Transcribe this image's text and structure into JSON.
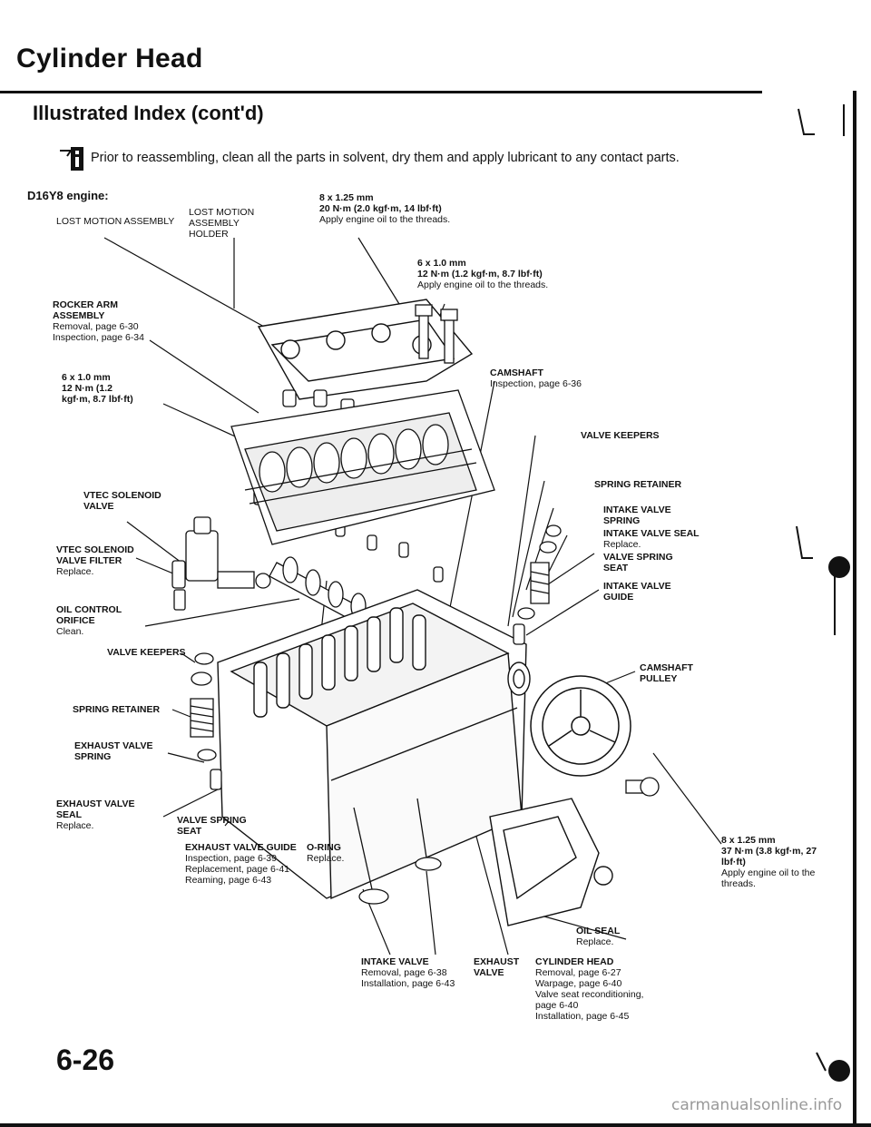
{
  "header": {
    "title": "Cylinder Head",
    "subtitle": "Illustrated Index (cont'd)",
    "note": "Prior to reassembling, clean all the parts in solvent, dry them and apply lubricant to any contact parts.",
    "engine": "D16Y8 engine:"
  },
  "labels": {
    "lost_motion_assembly": "LOST MOTION ASSEMBLY",
    "lost_motion_holder": "LOST MOTION ASSEMBLY HOLDER",
    "bolt_top": {
      "size": "8 x 1.25 mm",
      "torque": "20 N·m (2.0 kgf·m, 14 lbf·ft)",
      "note": "Apply engine oil to the threads."
    },
    "bolt_mid": {
      "size": "6 x 1.0 mm",
      "torque": "12 N·m (1.2 kgf·m, 8.7 lbf·ft)",
      "note": "Apply engine oil to the threads."
    },
    "rocker_arm": {
      "name": "ROCKER ARM ASSEMBLY",
      "removal": "Removal, page 6-30",
      "inspection": "Inspection, page 6-34"
    },
    "bolt_left": {
      "size": "6 x 1.0 mm",
      "torque": "12 N·m (1.2 kgf·m, 8.7 lbf·ft)"
    },
    "camshaft": {
      "name": "CAMSHAFT",
      "inspection": "Inspection, page 6-36"
    },
    "valve_keepers_right": "VALVE KEEPERS",
    "spring_retainer_right": "SPRING RETAINER",
    "intake_valve_spring": "INTAKE VALVE SPRING",
    "intake_valve_seal": {
      "name": "INTAKE VALVE SEAL",
      "note": "Replace."
    },
    "valve_spring_seat_right": "VALVE SPRING SEAT",
    "intake_valve_guide": "INTAKE VALVE GUIDE",
    "vtec_solenoid_valve": "VTEC SOLENOID VALVE",
    "vtec_solenoid_filter": {
      "name": "VTEC SOLENOID VALVE FILTER",
      "note": "Replace."
    },
    "oil_control_orifice": {
      "name": "OIL CONTROL ORIFICE",
      "note": "Clean."
    },
    "valve_keepers_left": "VALVE KEEPERS",
    "spring_retainer_left": "SPRING RETAINER",
    "exhaust_valve_spring": "EXHAUST VALVE SPRING",
    "exhaust_valve_seal": {
      "name": "EXHAUST VALVE SEAL",
      "note": "Replace."
    },
    "valve_spring_seat_left": "VALVE SPRING SEAT",
    "exhaust_valve_guide": {
      "name": "EXHAUST VALVE GUIDE",
      "inspection": "Inspection, page 6-39",
      "replacement": "Replacement, page 6-41",
      "reaming": "Reaming, page 6-43"
    },
    "o_ring": {
      "name": "O-RING",
      "note": "Replace."
    },
    "camshaft_pulley": "CAMSHAFT PULLEY",
    "bolt_pulley": {
      "size": "8 x 1.25 mm",
      "torque": "37 N·m (3.8 kgf·m, 27 lbf·ft)",
      "note": "Apply engine oil to the threads."
    },
    "oil_seal": {
      "name": "OIL SEAL",
      "note": "Replace."
    },
    "intake_valve": {
      "name": "INTAKE VALVE",
      "removal": "Removal, page 6-38",
      "installation": "Installation, page 6-43"
    },
    "exhaust_valve": "EXHAUST VALVE",
    "cylinder_head": {
      "name": "CYLINDER HEAD",
      "removal": "Removal, page 6-27",
      "warpage": "Warpage, page 6-40",
      "reconditioning": "Valve seat reconditioning, page 6-40",
      "installation": "Installation, page 6-45"
    }
  },
  "footer": {
    "page_number": "6-26",
    "watermark": "carmanualsonline.info"
  }
}
